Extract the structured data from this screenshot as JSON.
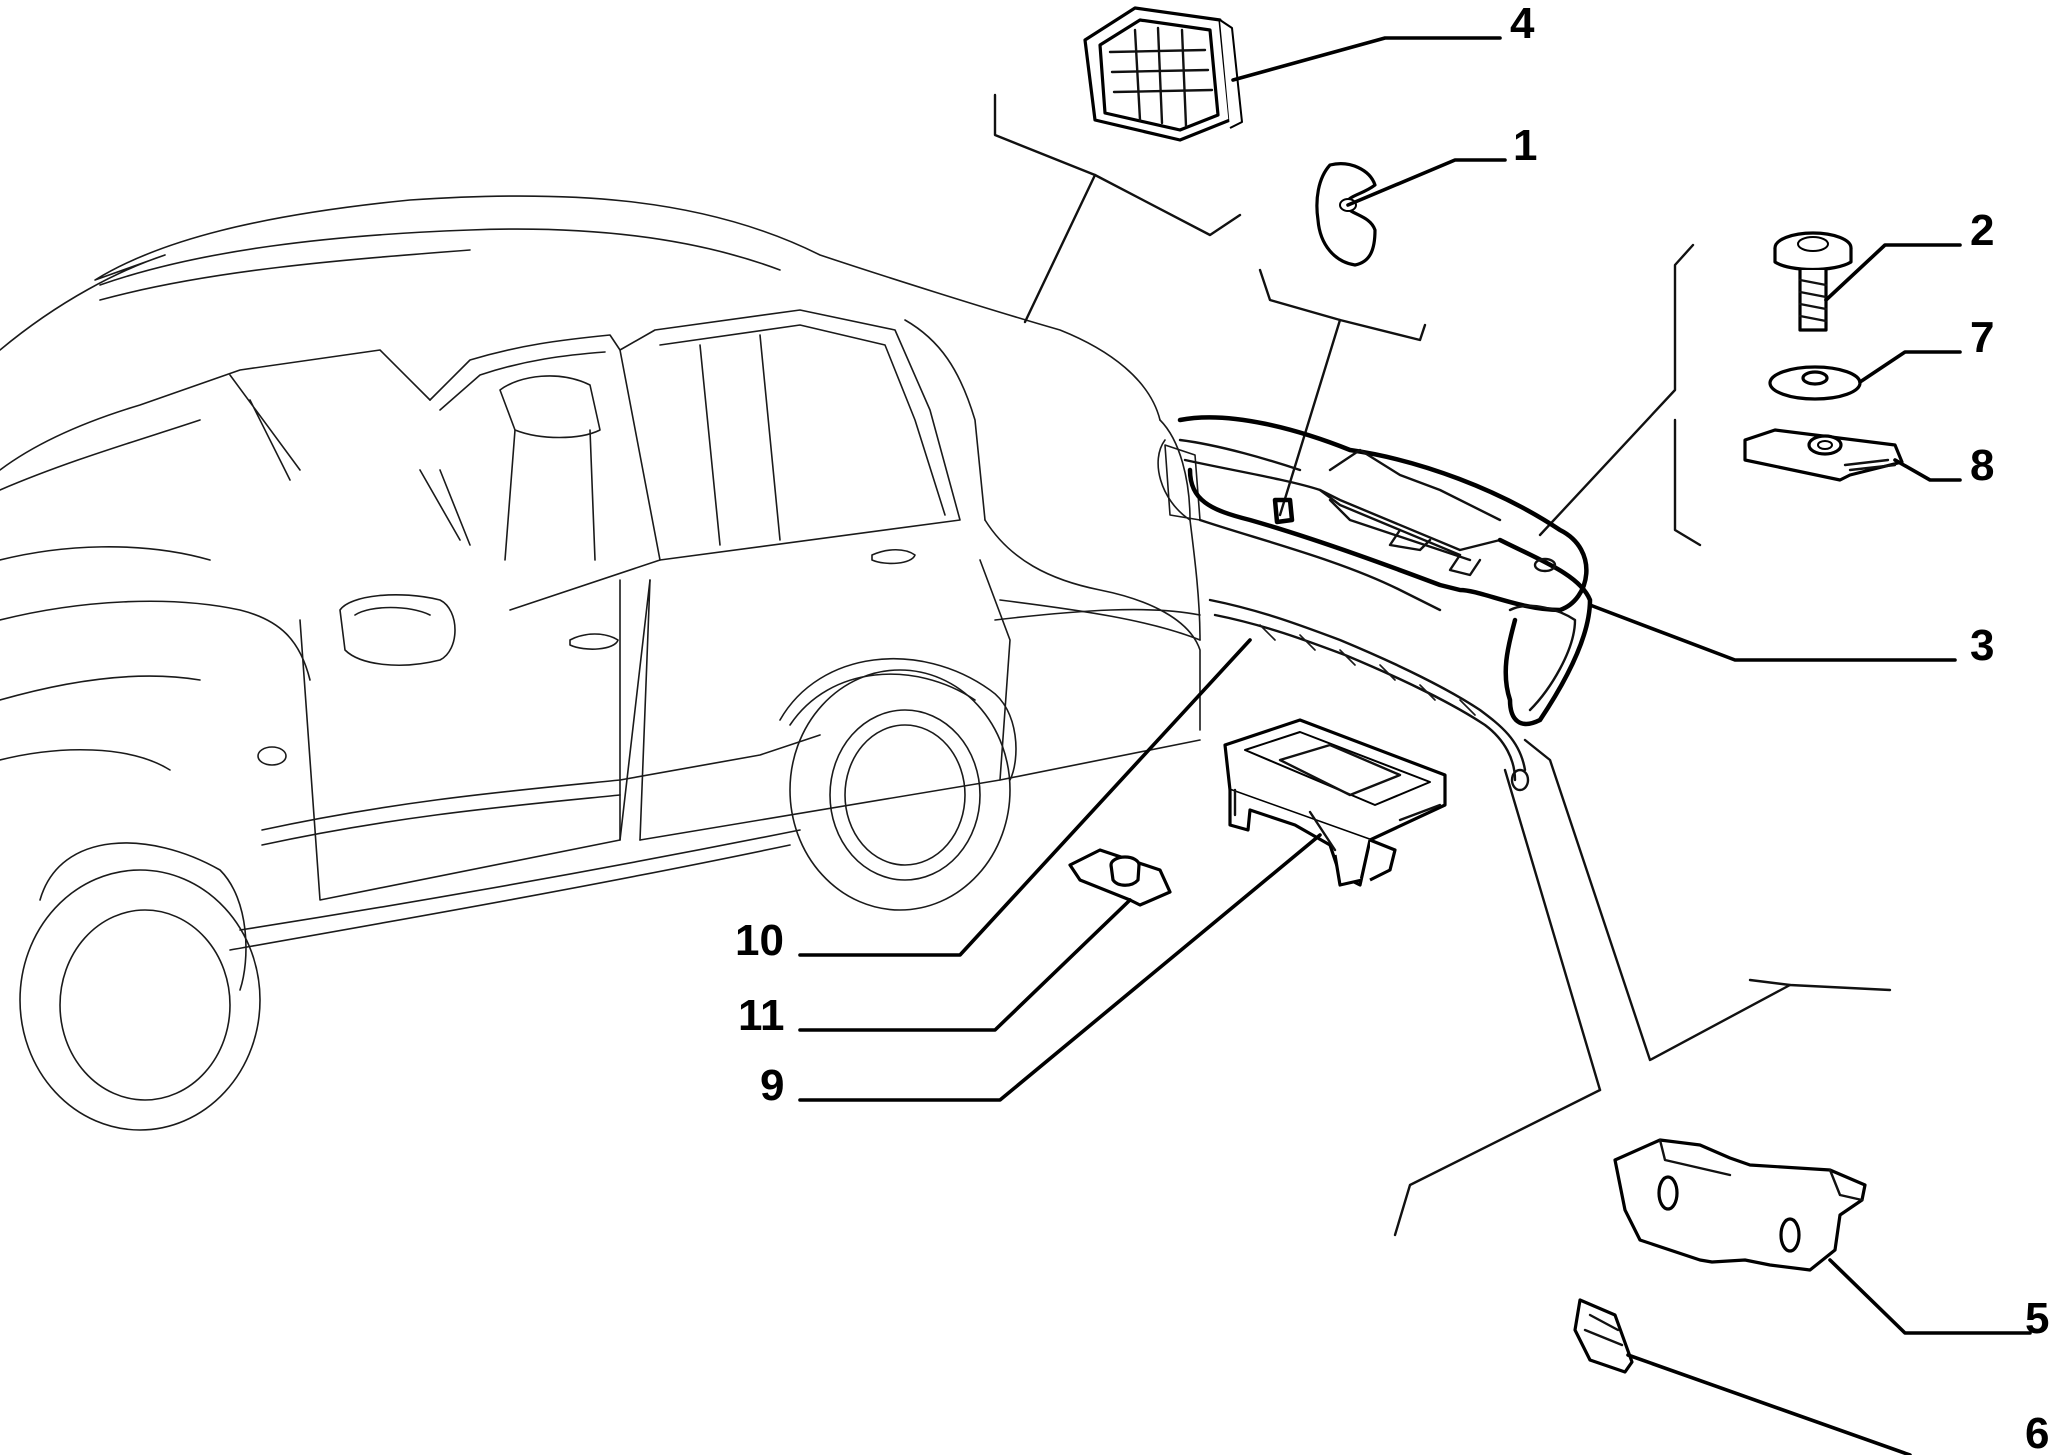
{
  "callouts": {
    "c1": "1",
    "c2": "2",
    "c3": "3",
    "c4": "4",
    "c5": "5",
    "c6": "6",
    "c7": "7",
    "c8": "8",
    "c9": "9",
    "c10": "10",
    "c11": "11"
  },
  "parts": {
    "p1": "clip-icon",
    "p2": "screw-icon",
    "p3": "rear-bumper-icon",
    "p4": "grille-vent-icon",
    "p5": "bracket-icon",
    "p6": "clip-small-icon",
    "p7": "washer-icon",
    "p8": "speed-nut-icon",
    "p9": "bumper-bracket-icon",
    "p10": "bumper-strip-icon",
    "p11": "retainer-nut-icon"
  }
}
